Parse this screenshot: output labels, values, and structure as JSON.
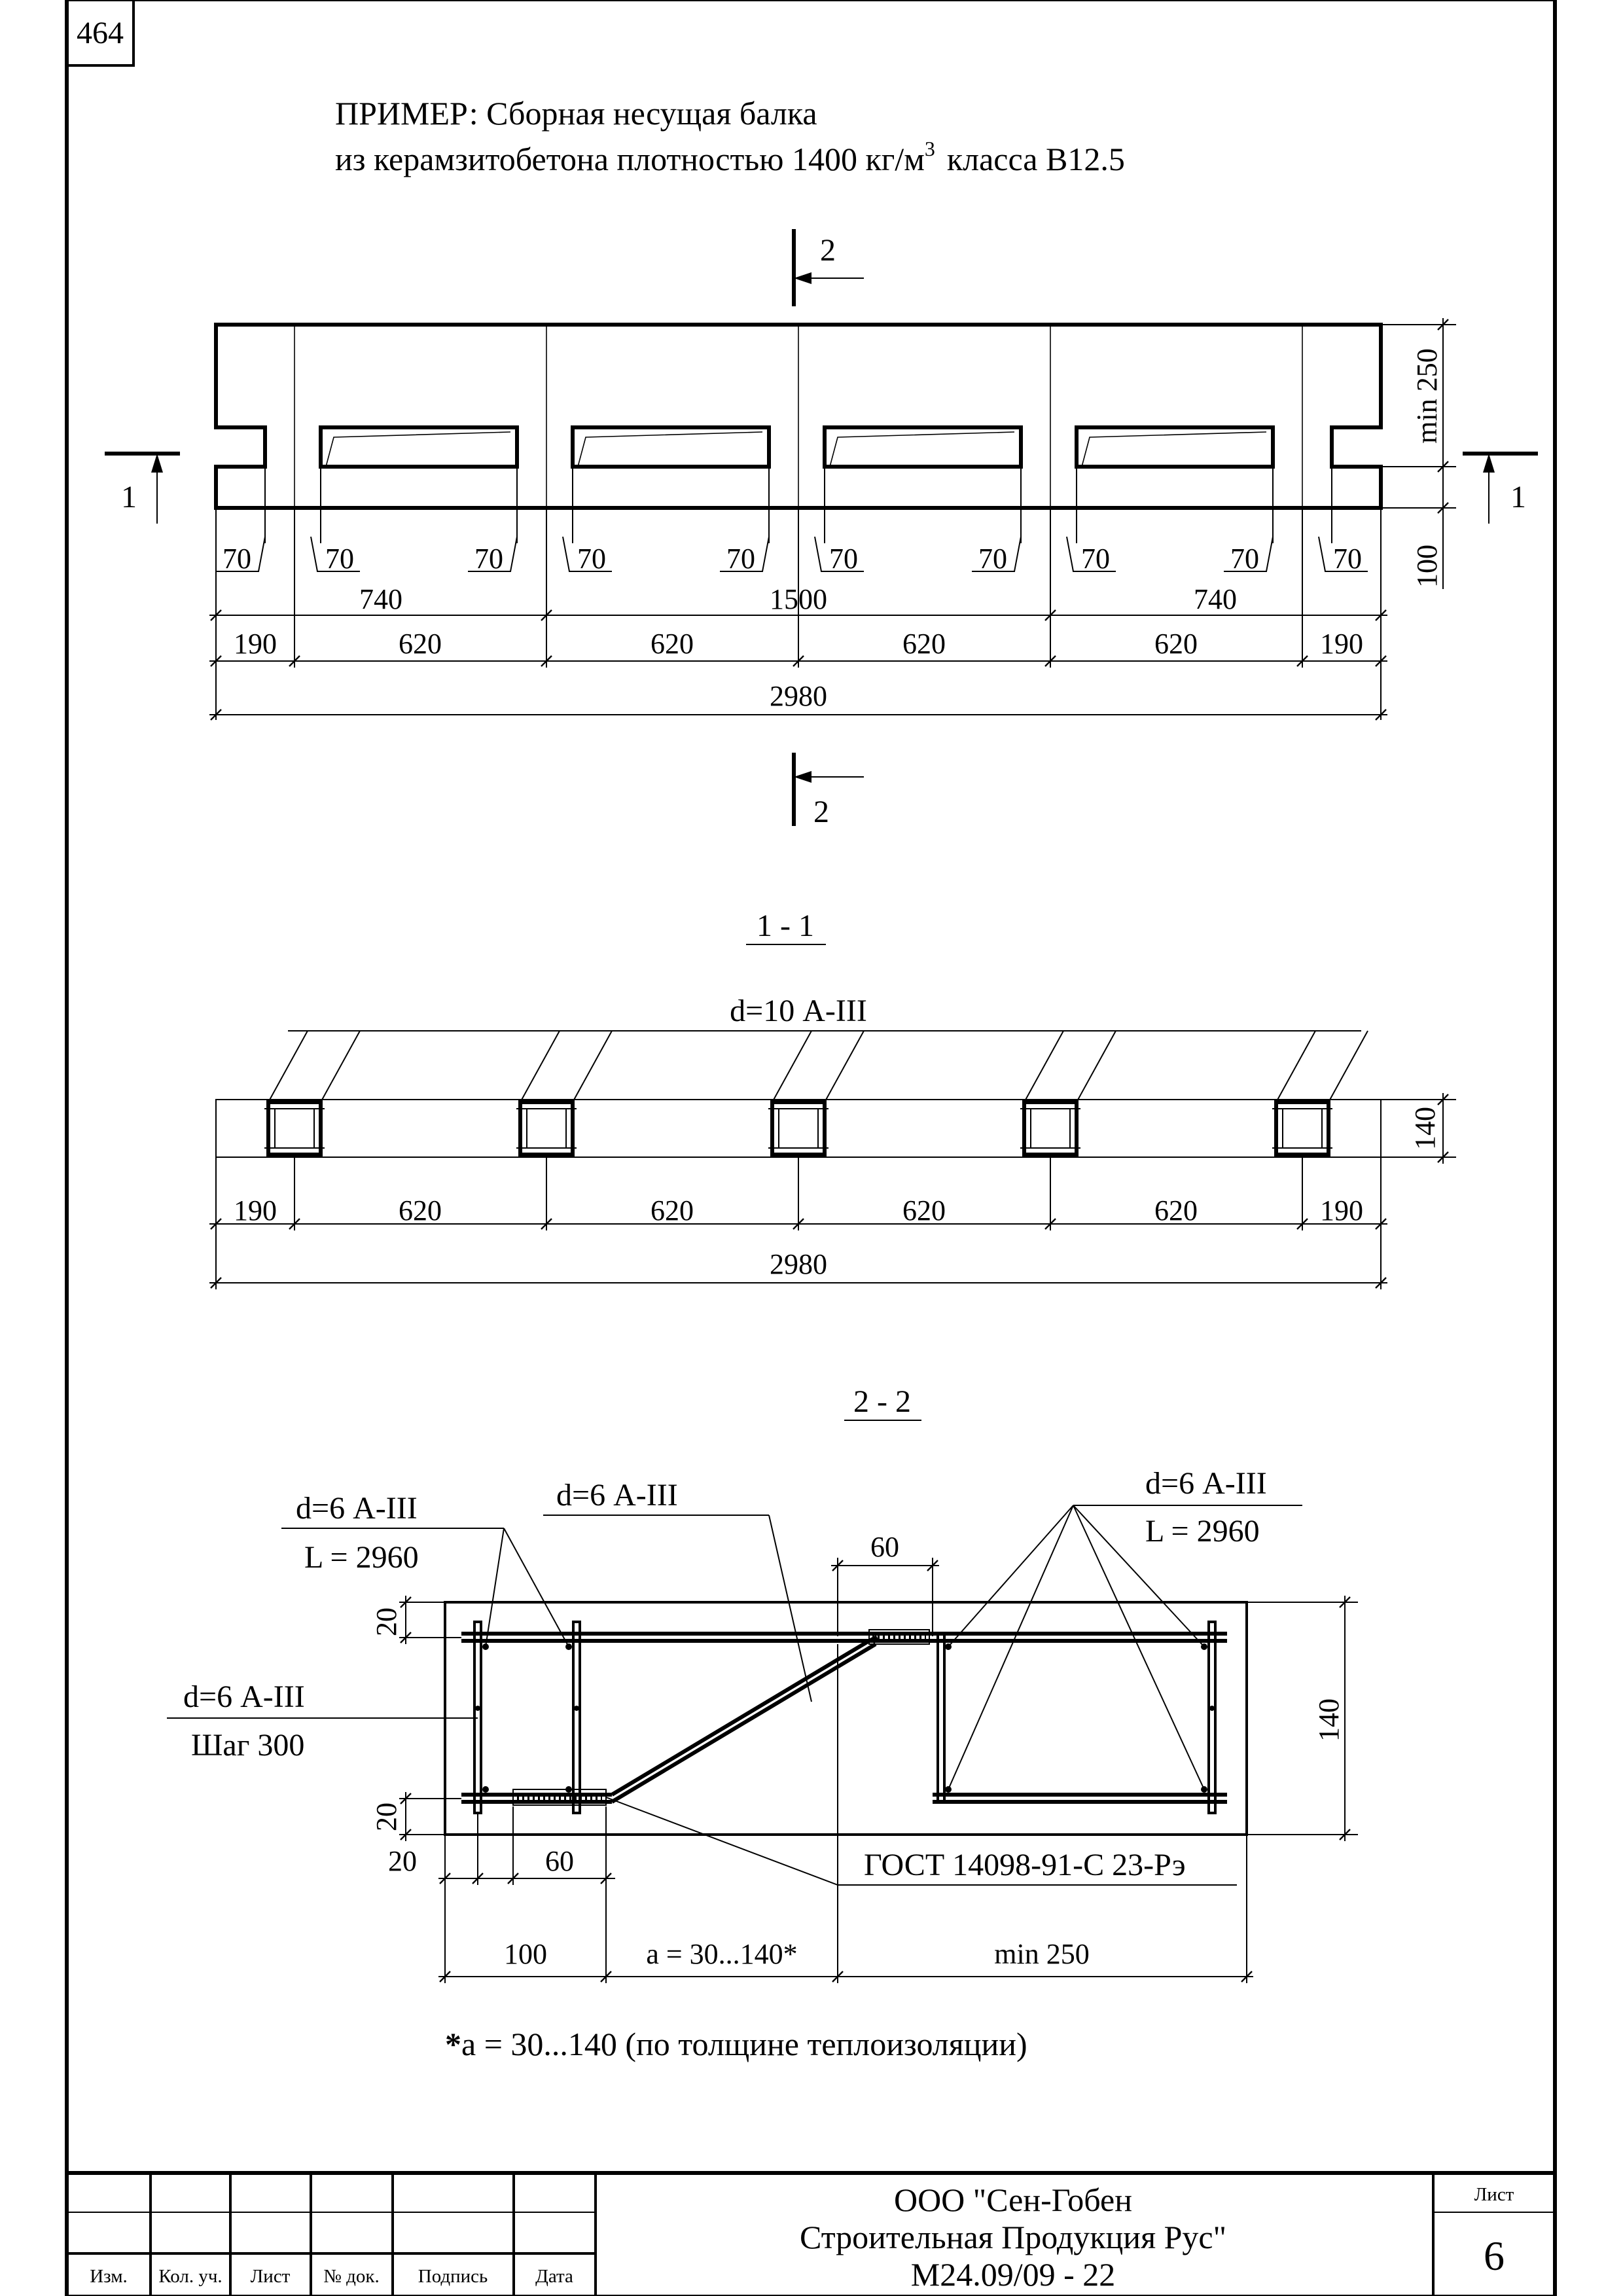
{
  "page_number": "464",
  "title": {
    "line1": "ПРИМЕР: Сборная несущая балка",
    "line2_main": "из керамзитобетона плотностью 1400 кг/м",
    "line2_sup": "3",
    "line2_tail": "класса В12.5"
  },
  "elevation": {
    "section_mark_2": "2",
    "section_mark_1": "1",
    "right_dims": [
      "min 250",
      "100"
    ],
    "seventies": [
      "70",
      "70",
      "70",
      "70",
      "70",
      "70",
      "70",
      "70",
      "70",
      "70"
    ],
    "mid_row": [
      "740",
      "1500",
      "740"
    ],
    "module_row": [
      "190",
      "620",
      "620",
      "620",
      "620",
      "190"
    ],
    "total": "2980"
  },
  "section_1_1": {
    "label": "1 - 1",
    "rebar": "d=10 А-III",
    "height": "140",
    "module_row": [
      "190",
      "620",
      "620",
      "620",
      "620",
      "190"
    ],
    "total": "2980"
  },
  "section_2_2": {
    "label": "2 - 2",
    "callout_left_top": [
      "d=6 А-III",
      "L = 2960"
    ],
    "callout_mid": "d=6 А-III",
    "callout_right": [
      "d=6 А-III",
      "L = 2960"
    ],
    "callout_left_mid": [
      "d=6 А-III",
      "Шаг 300"
    ],
    "weld_note": "ГОСТ 14098-91-С 23-Рэ",
    "dim_60_top": "60",
    "dim_20_top": "20",
    "dim_20_bottom": "20",
    "dim_140": "140",
    "dim_20_h": "20",
    "dim_60_h": "60",
    "bottom_dims": [
      "100",
      "а = 30...140*",
      "min 250"
    ]
  },
  "footnote": {
    "star": "*",
    "text": "а = 30...140 (по толщине теплоизоляции)"
  },
  "title_block": {
    "headers": [
      "Изм.",
      "Кол. уч.",
      "Лист",
      "№ док.",
      "Подпись",
      "Дата"
    ],
    "company_line1": "ООО \"Сен-Гобен",
    "company_line2": "Строительная Продукция Рус\"",
    "code": "М24.09/09 - 22",
    "sheet_label": "Лист",
    "sheet_number": "6"
  }
}
